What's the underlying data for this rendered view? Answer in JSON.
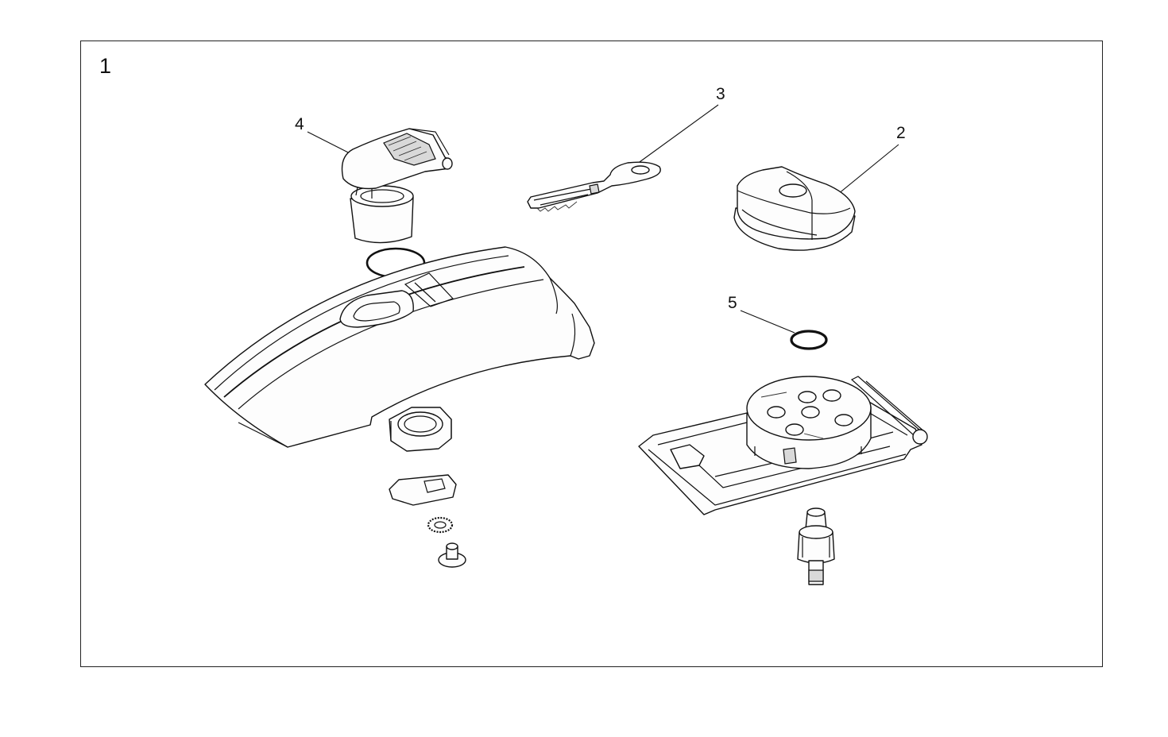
{
  "figure": {
    "number": "1"
  },
  "callouts": [
    {
      "id": "2",
      "label": "2"
    },
    {
      "id": "3",
      "label": "3"
    },
    {
      "id": "4",
      "label": "4"
    },
    {
      "id": "5",
      "label": "5"
    }
  ]
}
